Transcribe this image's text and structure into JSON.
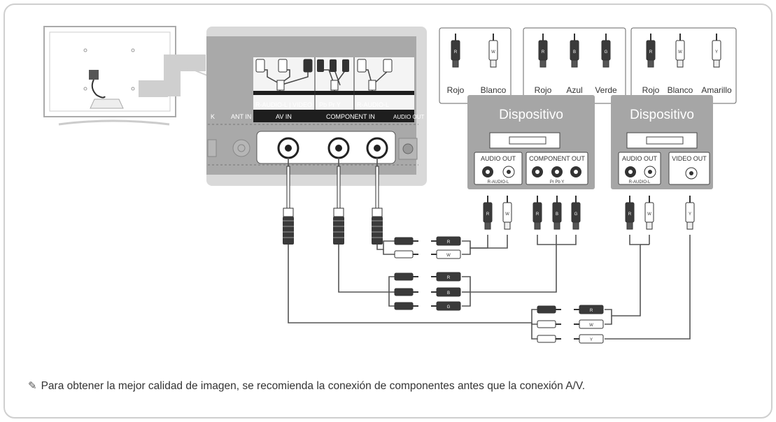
{
  "tv_panel": {
    "jack_labels": {
      "k": "K",
      "ant_in": "ANT IN",
      "av_left": "R-AUDIO-L | VIDEO",
      "comp_left": "Pb Pr Y",
      "comp_audio": "R-AUDIO-L",
      "audio_out": "AUDIO OUT",
      "av_in": "AV IN",
      "component_in": "COMPONENT IN"
    }
  },
  "cable_types": [
    {
      "plugs": [
        "Rojo",
        "Blanco"
      ]
    },
    {
      "plugs": [
        "Rojo",
        "Azul",
        "Verde"
      ]
    },
    {
      "plugs": [
        "Rojo",
        "Blanco",
        "Amarillo"
      ]
    }
  ],
  "plug_letters": {
    "red": "R",
    "white": "W",
    "blue": "B",
    "green": "G",
    "yellow": "Y"
  },
  "devices": [
    {
      "title": "Dispositivo",
      "outputs": [
        {
          "label": "AUDIO OUT",
          "sub": "R-AUDIO-L"
        },
        {
          "label": "COMPONENT OUT",
          "sub": "Pr      Pb      Y"
        }
      ]
    },
    {
      "title": "Dispositivo",
      "outputs": [
        {
          "label": "AUDIO OUT",
          "sub": "R-AUDIO-L"
        },
        {
          "label": "VIDEO OUT",
          "sub": ""
        }
      ]
    }
  ],
  "note": {
    "icon": "pencil-note-icon",
    "text": "Para obtener la mejor calidad de imagen, se recomienda la conexión de componentes antes que la conexión A/V."
  },
  "colors": {
    "panel": "#bdbdbd",
    "device": "#a6a6a6",
    "dark_plug": "#3a3a3a",
    "cable": "#555555"
  }
}
